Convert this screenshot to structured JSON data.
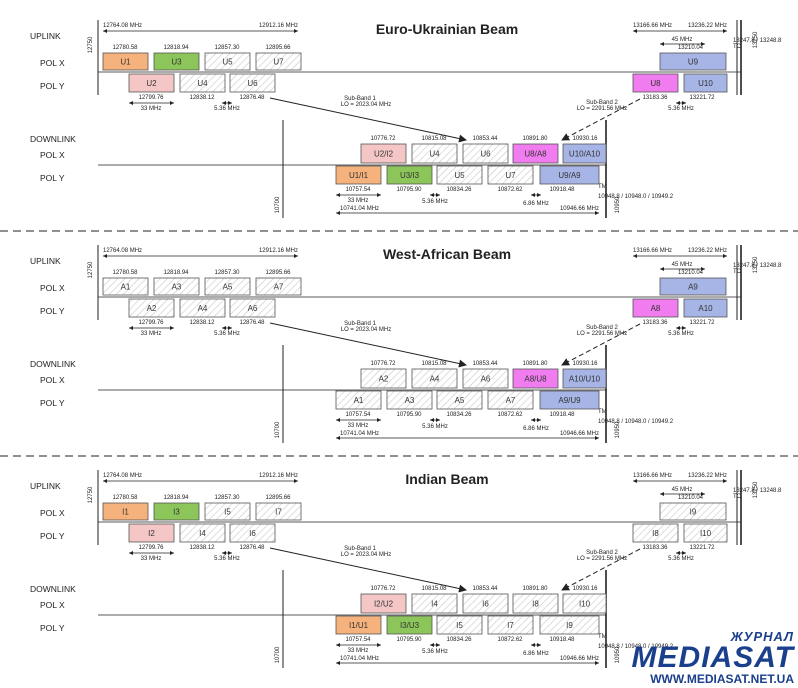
{
  "labels": {
    "uplink": "UPLINK",
    "downlink": "DOWNLINK",
    "polx": "POL X",
    "poly": "POL Y"
  },
  "freqs": {
    "up_left_start": "12764.08 MHz",
    "up_left_end": "12912.16 MHz",
    "up_right_start": "13166.66 MHz",
    "up_right_end": "13236.22 MHz",
    "up_45": "45 MHz",
    "up_13210": "13210.04",
    "up_x1": "12780.58",
    "up_x2": "12818.94",
    "up_x3": "12857.30",
    "up_x4": "12895.66",
    "up_y1": "12799.76",
    "up_y2": "12838.12",
    "up_y3": "12876.48",
    "up_y4": "13183.36",
    "up_y5": "13221.72",
    "bw33": "33 MHz",
    "sp536": "5.36 MHz",
    "sp686": "6.86 MHz",
    "dn_x1": "10776.72",
    "dn_x2": "10815.08",
    "dn_x3": "10853.44",
    "dn_x4": "10891.80",
    "dn_x5": "10930.16",
    "dn_y1": "10757.54",
    "dn_y2": "10795.90",
    "dn_y3": "10834.26",
    "dn_y4": "10872.62",
    "dn_y5": "10918.48",
    "dn_start": "10741.04 MHz",
    "dn_end": "10946.66 MHz",
    "subband1": "Sub-Band 1",
    "lo1": "LO = 2023.04 MHz",
    "subband2": "Sub-Band 2",
    "lo2": "LO = 2291.56 MHz",
    "edge_12750": "12750",
    "edge_13250": "13250",
    "edge_10700": "10700",
    "edge_10950": "10950",
    "tm": "TM",
    "tc": "TC",
    "tm_tiny": "10948.8 / 10948.0 / 10949.2",
    "tc_tiny": "13247.8 / 13248.8"
  },
  "beams": [
    {
      "title": "Euro-Ukrainian Beam",
      "up_x": [
        "U1",
        "U3",
        "U5",
        "U7",
        "U9"
      ],
      "up_y": [
        "U2",
        "U4",
        "U6",
        "U8",
        "U10"
      ],
      "dn_x": [
        "U2/I2",
        "U4",
        "U6",
        "U8/A8",
        "U10/A10"
      ],
      "dn_y": [
        "U1/I1",
        "U3/I3",
        "U5",
        "U7",
        "U9/A9"
      ]
    },
    {
      "title": "West-African Beam",
      "up_x": [
        "A1",
        "A3",
        "A5",
        "A7",
        "A9"
      ],
      "up_y": [
        "A2",
        "A4",
        "A6",
        "A8",
        "A10"
      ],
      "dn_x": [
        "A2",
        "A4",
        "A6",
        "A8/U8",
        "A10/U10"
      ],
      "dn_y": [
        "A1",
        "A3",
        "A5",
        "A7",
        "A9/U9"
      ]
    },
    {
      "title": "Indian Beam",
      "up_x": [
        "I1",
        "I3",
        "I5",
        "I7",
        "I9"
      ],
      "up_y": [
        "I2",
        "I4",
        "I6",
        "I8",
        "I10"
      ],
      "dn_x": [
        "I2/U2",
        "I4",
        "I6",
        "I8",
        "I10"
      ],
      "dn_y": [
        "I1/U1",
        "I3/U3",
        "I5",
        "I7",
        "I9"
      ]
    }
  ],
  "colors": {
    "orange": "#f6b27c",
    "green": "#8cc65a",
    "pink": "#f4c6c6",
    "magenta": "#f07cf0",
    "blue": "#a6b4e6",
    "hatch": "#ffffff"
  },
  "fills": [
    {
      "up_x": [
        "orange",
        "green",
        "hatch",
        "hatch",
        "blue"
      ],
      "up_y": [
        "pink",
        "hatch",
        "hatch",
        "magenta",
        "blue"
      ],
      "dn_x": [
        "pink",
        "hatch",
        "hatch",
        "magenta",
        "blue"
      ],
      "dn_y": [
        "orange",
        "green",
        "hatch",
        "hatch",
        "blue"
      ]
    },
    {
      "up_x": [
        "hatch",
        "hatch",
        "hatch",
        "hatch",
        "blue"
      ],
      "up_y": [
        "hatch",
        "hatch",
        "hatch",
        "magenta",
        "blue"
      ],
      "dn_x": [
        "hatch",
        "hatch",
        "hatch",
        "magenta",
        "blue"
      ],
      "dn_y": [
        "hatch",
        "hatch",
        "hatch",
        "hatch",
        "blue"
      ]
    },
    {
      "up_x": [
        "orange",
        "green",
        "hatch",
        "hatch",
        "hatch"
      ],
      "up_y": [
        "pink",
        "hatch",
        "hatch",
        "hatch",
        "hatch"
      ],
      "dn_x": [
        "pink",
        "hatch",
        "hatch",
        "hatch",
        "hatch"
      ],
      "dn_y": [
        "orange",
        "green",
        "hatch",
        "hatch",
        "hatch"
      ]
    }
  ],
  "brand": {
    "magazine": "ЖУРНАЛ",
    "logo": "MEDIASAT",
    "url": "WWW.MEDIASAT.NET.UA"
  }
}
